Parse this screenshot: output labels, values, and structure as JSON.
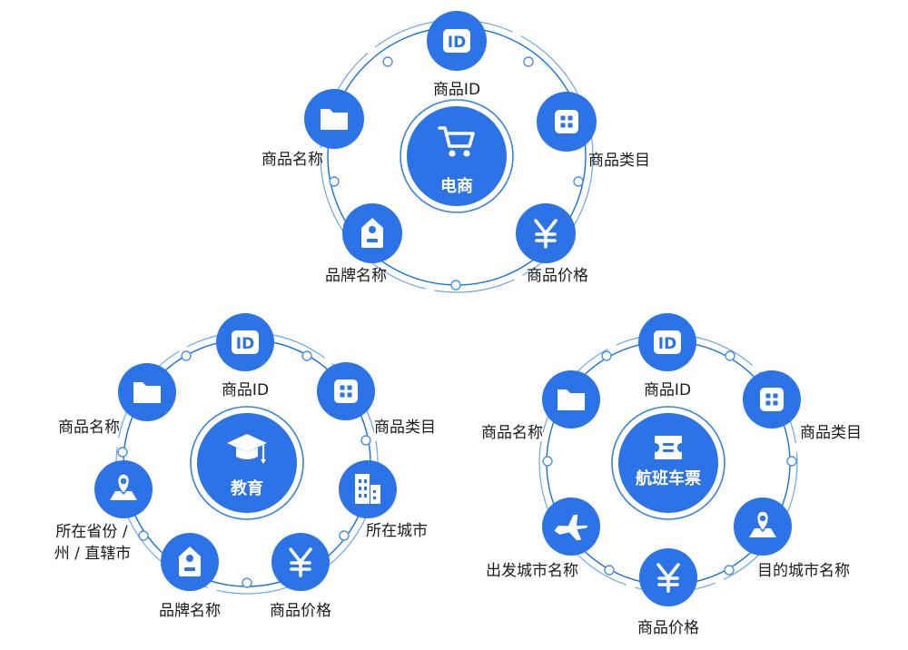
{
  "clusters": [
    {
      "id": "ecommerce",
      "center": {
        "label": "电商",
        "icon": "shopping-cart-icon"
      },
      "nodes": [
        {
          "label": "商品ID",
          "icon": "id-icon"
        },
        {
          "label": "商品类目",
          "icon": "category-grid-icon"
        },
        {
          "label": "商品价格",
          "icon": "yen-icon"
        },
        {
          "label": "品牌名称",
          "icon": "tag-icon"
        },
        {
          "label": "商品名称",
          "icon": "folder-icon"
        }
      ]
    },
    {
      "id": "education",
      "center": {
        "label": "教育",
        "icon": "graduation-cap-icon"
      },
      "nodes": [
        {
          "label": "商品ID",
          "icon": "id-icon"
        },
        {
          "label": "商品类目",
          "icon": "category-grid-icon"
        },
        {
          "label": "所在城市",
          "icon": "building-icon"
        },
        {
          "label": "商品价格",
          "icon": "yen-icon"
        },
        {
          "label": "品牌名称",
          "icon": "tag-icon"
        },
        {
          "label": "所在省份 /",
          "label2": "州 / 直辖市",
          "icon": "map-pin-icon"
        },
        {
          "label": "商品名称",
          "icon": "folder-icon"
        }
      ]
    },
    {
      "id": "flight",
      "center": {
        "label": "航班车票",
        "icon": "ticket-icon"
      },
      "nodes": [
        {
          "label": "商品ID",
          "icon": "id-icon"
        },
        {
          "label": "商品类目",
          "icon": "category-grid-icon"
        },
        {
          "label": "目的城市名称",
          "icon": "map-pin-icon"
        },
        {
          "label": "商品价格",
          "icon": "yen-icon"
        },
        {
          "label": "出发城市名称",
          "icon": "airplane-icon"
        },
        {
          "label": "商品名称",
          "icon": "folder-icon"
        }
      ]
    }
  ]
}
